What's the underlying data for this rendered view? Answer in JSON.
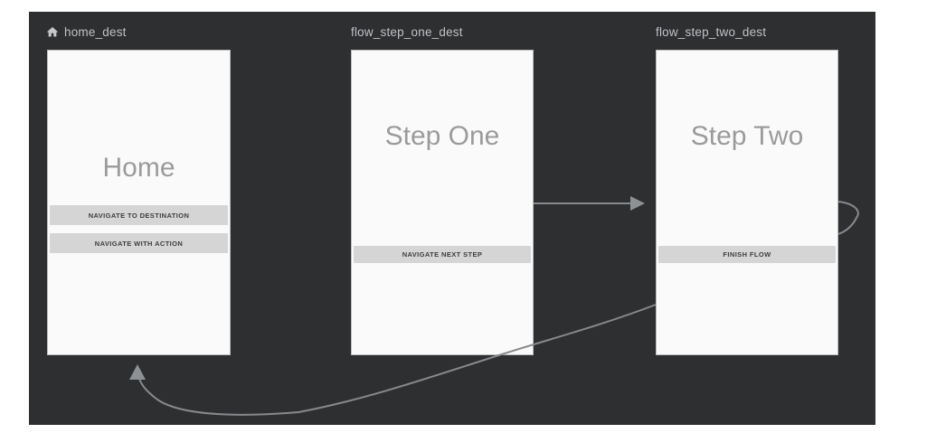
{
  "editor": {
    "canvas_color": "#2d2f31",
    "card_color": "#fafafa",
    "button_color": "#d5d5d5",
    "arrow_color": "#87898c",
    "label_color": "#bfc2c5"
  },
  "destinations": [
    {
      "id": "home_dest",
      "is_start_destination": true,
      "title": "Home",
      "buttons": [
        "NAVIGATE TO DESTINATION",
        "NAVIGATE WITH ACTION"
      ]
    },
    {
      "id": "flow_step_one_dest",
      "is_start_destination": false,
      "title": "Step One",
      "buttons": [
        "NAVIGATE NEXT STEP"
      ]
    },
    {
      "id": "flow_step_two_dest",
      "is_start_destination": false,
      "title": "Step Two",
      "buttons": [
        "FINISH FLOW"
      ]
    }
  ],
  "actions": [
    {
      "from": "flow_step_one_dest",
      "to": "flow_step_two_dest"
    },
    {
      "from": "flow_step_two_dest",
      "to": "home_dest"
    }
  ]
}
